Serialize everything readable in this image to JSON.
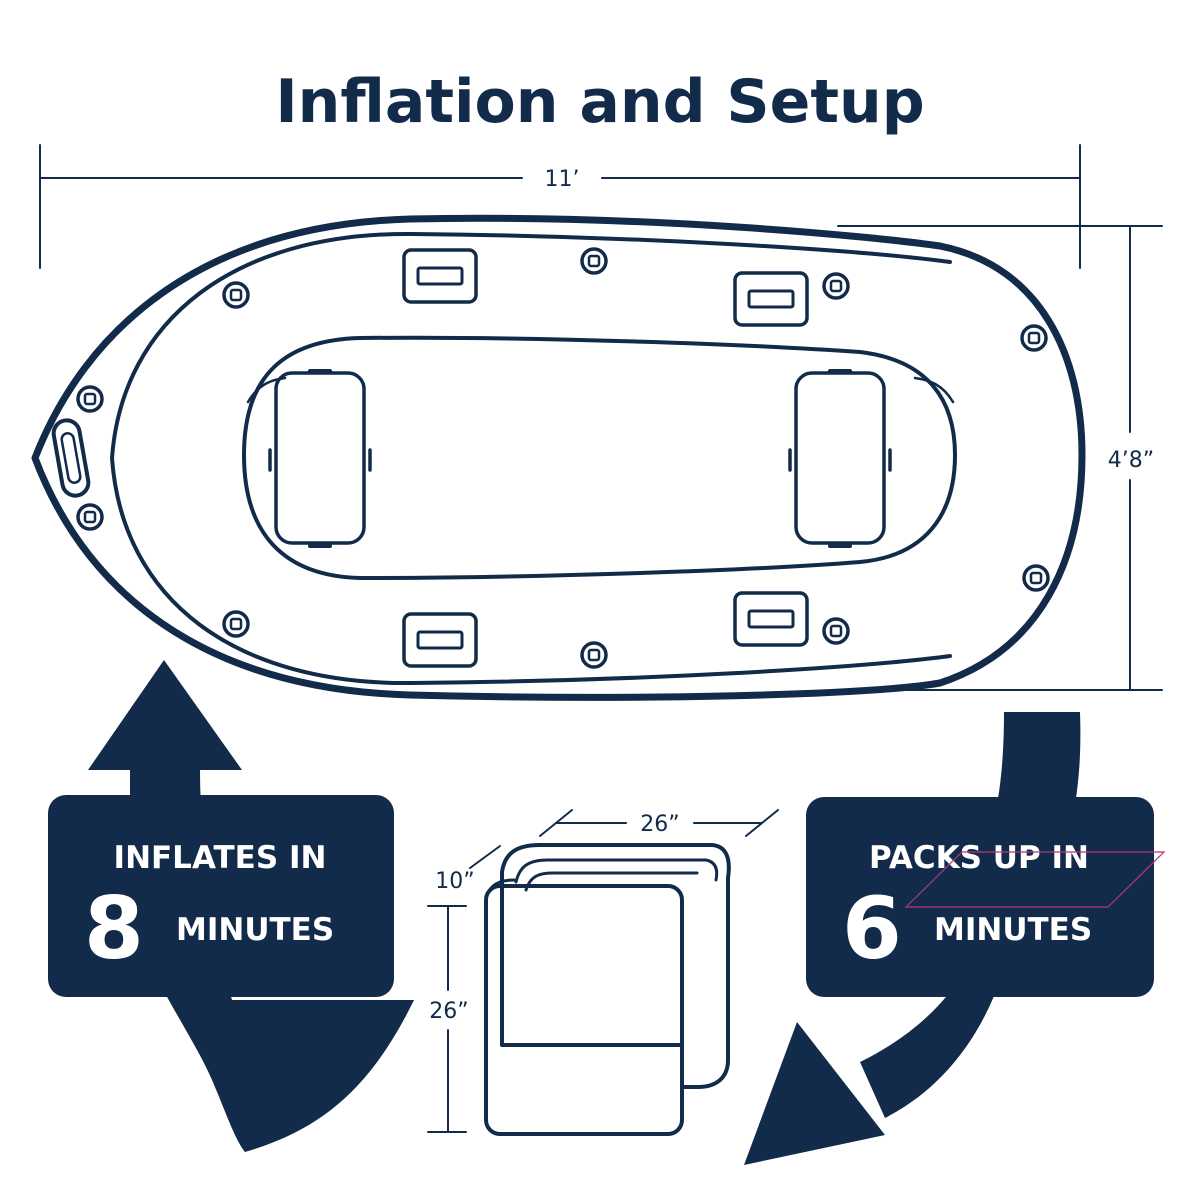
{
  "title": "Inflation and Setup",
  "boat": {
    "length_label": "11’",
    "width_label": "4’8”"
  },
  "packed": {
    "width_label": "26”",
    "depth_label": "10”",
    "height_label": "26”"
  },
  "inflate": {
    "line1": "INFLATES IN",
    "number": "8",
    "unit": "MINUTES"
  },
  "pack": {
    "line1": "PACKS UP IN",
    "number": "6",
    "unit": "MINUTES"
  },
  "colors": {
    "navy": "#122b4a",
    "background": "#ffffff"
  }
}
